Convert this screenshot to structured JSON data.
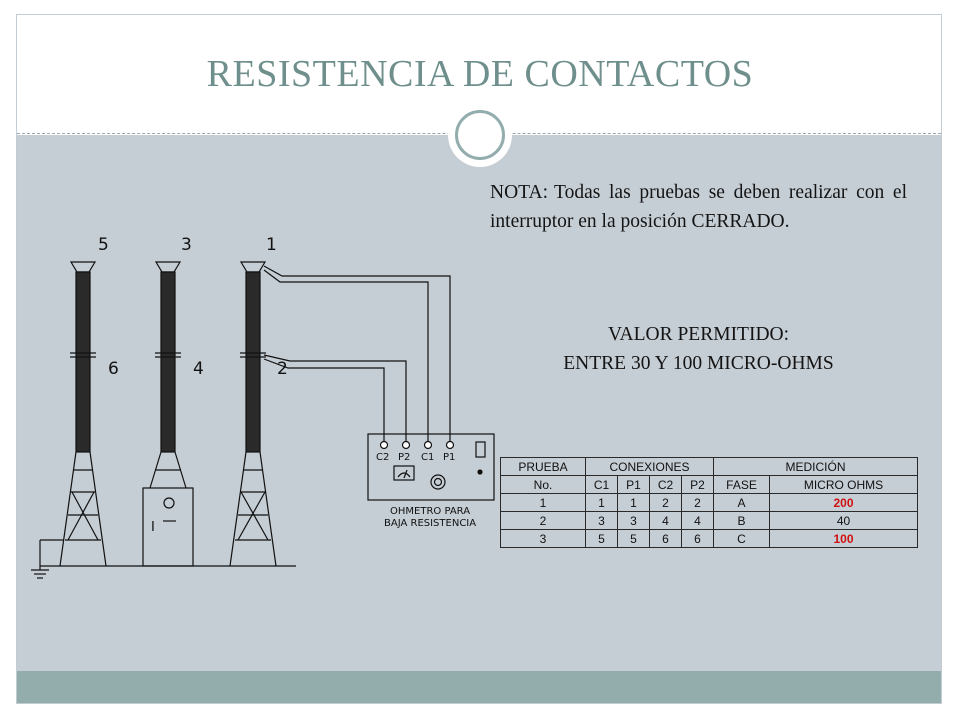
{
  "title": "RESISTENCIA DE CONTACTOS",
  "note": {
    "label": "NOTA:",
    "text": "Todas las pruebas se deben realizar con el interruptor en la posición CERRADO."
  },
  "allowed": {
    "line1": "VALOR PERMITIDO:",
    "line2": "ENTRE 30 Y 100 MICRO-OHMS"
  },
  "diagram": {
    "pole_top_labels": [
      "5",
      "3",
      "1"
    ],
    "pole_mid_labels": [
      "6",
      "4",
      "2"
    ],
    "terminals": [
      "C2",
      "P2",
      "C1",
      "P1"
    ],
    "meter_label_line1": "OHMETRO PARA",
    "meter_label_line2": "BAJA RESISTENCIA",
    "cabinet_label": "I"
  },
  "table": {
    "group_headers": [
      "PRUEBA",
      "CONEXIONES",
      "MEDICIÓN"
    ],
    "headers": [
      "No.",
      "C1",
      "P1",
      "C2",
      "P2",
      "FASE",
      "MICRO OHMS"
    ],
    "rows": [
      {
        "no": "1",
        "c1": "1",
        "p1": "1",
        "c2": "2",
        "p2": "2",
        "fase": "A",
        "micro": "200"
      },
      {
        "no": "2",
        "c1": "3",
        "p1": "3",
        "c2": "4",
        "p2": "4",
        "fase": "B",
        "micro": "40"
      },
      {
        "no": "3",
        "c1": "5",
        "p1": "5",
        "c2": "6",
        "p2": "6",
        "fase": "C",
        "micro": "100"
      }
    ]
  },
  "colors": {
    "title": "#6e8f8c",
    "content_bg": "#c6ced5",
    "footer": "#93acac",
    "alert_value": "#d01010"
  }
}
